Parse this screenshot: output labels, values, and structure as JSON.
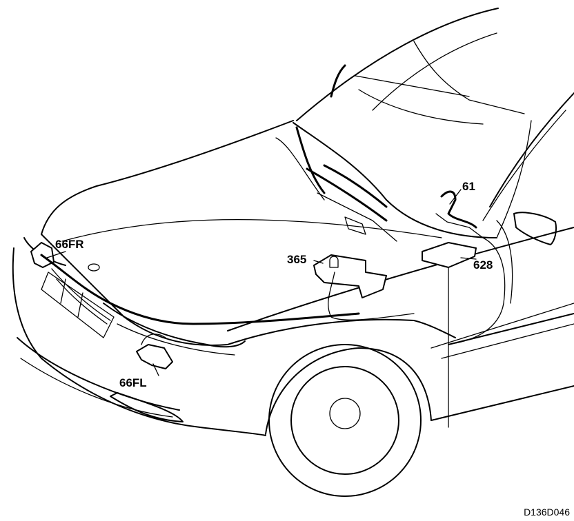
{
  "callouts": {
    "c_66fr": "66FR",
    "c_365": "365",
    "c_61": "61",
    "c_628": "628",
    "c_66fl": "66FL"
  },
  "document_id": "D136D046"
}
